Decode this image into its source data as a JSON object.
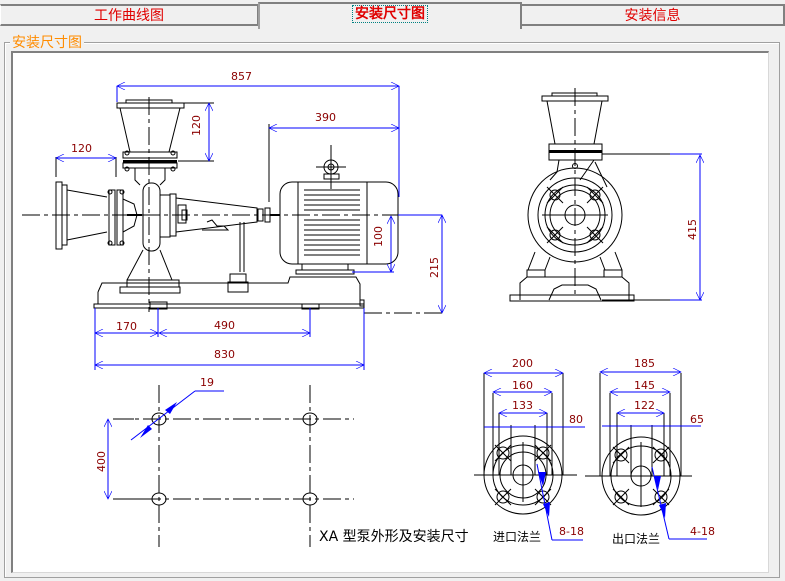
{
  "tabs": [
    {
      "label": "工作曲线图",
      "active": false
    },
    {
      "label": "安装尺寸图",
      "active": true
    },
    {
      "label": "安装信息",
      "active": false
    }
  ],
  "group": {
    "title": "安装尺寸图"
  },
  "colors": {
    "tab_text": "#e00000",
    "group_title": "#ff8c00",
    "dimension_line": "#0000ff",
    "dimension_text": "#8b0000"
  },
  "drawing": {
    "side_view": {
      "overall_length": "857",
      "motor_length": "390",
      "inlet_flange_length": "120",
      "outlet_height": "120",
      "motor_center_offset": "100",
      "shaft_center_height": "215",
      "base_left_to_foot": "170",
      "foot_spacing": "490",
      "base_length": "830"
    },
    "front_view": {
      "outlet_to_base_height": "415"
    },
    "foundation": {
      "bolt_hole_dia": "19",
      "bolt_spacing": "400"
    },
    "inlet_flange": {
      "outer_dia": "200",
      "bolt_circle": "160",
      "raised_face": "133",
      "nominal": "80",
      "bolts": "8-18",
      "label": "进口法兰"
    },
    "outlet_flange": {
      "outer_dia": "185",
      "bolt_circle": "145",
      "raised_face": "122",
      "nominal": "65",
      "bolts": "4-18",
      "label": "出口法兰"
    },
    "caption": "XA 型泵外形及安装尺寸"
  }
}
